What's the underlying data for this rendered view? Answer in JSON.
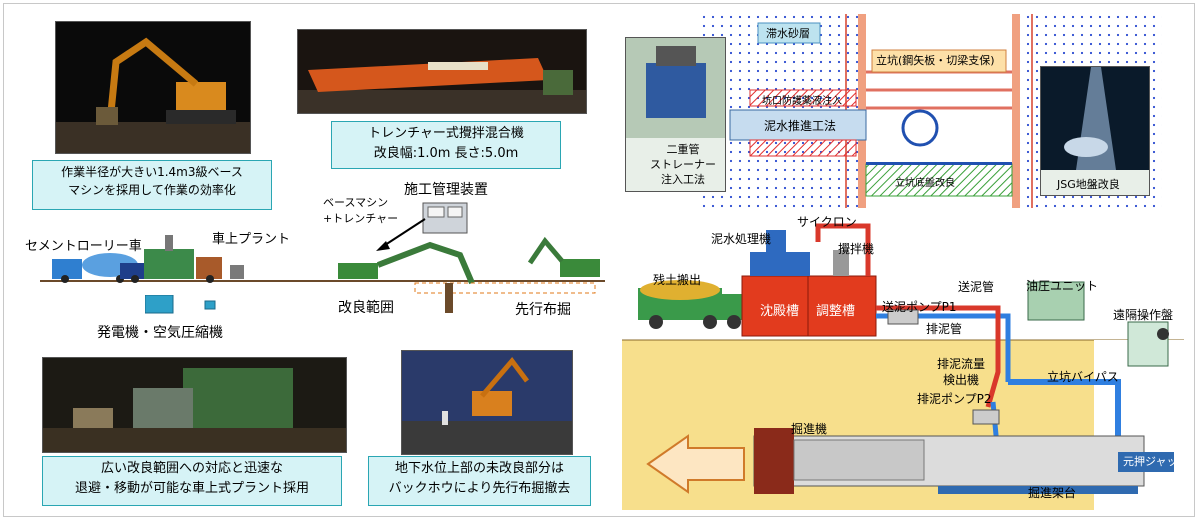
{
  "left": {
    "caption_top_left": "作業半径が大きい1.4m3級ベース\nマシンを採用して作業の効率化",
    "caption_trencher": "トレンチャー式攪拌混合機\n改良幅:1.0m 長さ:5.0m",
    "label_base_machine": "ベースマシン\n+トレンチャー",
    "label_control_device": "施工管理装置",
    "label_cement_truck": "セメントローリー車",
    "label_onboard_plant": "車上プラント",
    "label_improve_range": "改良範囲",
    "label_advance_dig": "先行布掘",
    "label_generator": "発電機・空気圧縮機",
    "caption_bottom_left": "広い改良範囲への対応と迅速な\n退避・移動が可能な車上式プラント採用",
    "caption_bottom_mid": "地下水位上部の未改良部分は\nバックホウにより先行布掘撤去"
  },
  "right_top": {
    "label_sand_layer": "滞水砂層",
    "label_shaft": "立坑(鋼矢板・切梁支保)",
    "label_grout_inject": "坑口防護薬液注入",
    "label_slurry_method": "泥水推進工法",
    "label_shaft_bottom": "立坑底盤改良",
    "label_double_pipe": "二重管\nストレーナー\n注入工法",
    "label_jsg": "JSG地盤改良"
  },
  "right_bottom": {
    "label_cyclone": "サイクロン",
    "label_slurry_plant": "泥水処理機",
    "label_mixer": "攪拌機",
    "label_soil_out": "残土搬出",
    "label_sediment_tank": "沈殿槽",
    "label_adjust_tank": "調整槽",
    "label_feed_pipe": "送泥管",
    "label_feed_pump": "送泥ポンプP1",
    "label_hydraulic_unit": "油圧ユニット",
    "label_remote_panel": "遠隔操作盤",
    "label_discharge_pipe": "排泥管",
    "label_flow_detector": "排泥流量\n検出機",
    "label_shaft_bypass": "立坑バイパス",
    "label_discharge_pump": "排泥ポンプP2",
    "label_tbm": "掘進機",
    "label_main_jack": "元押ジャッキ",
    "label_platform": "掘進架台"
  },
  "colors": {
    "caption_bg": "#d6f3f6",
    "caption_border": "#2aa6b3",
    "soil": "#f7df8c",
    "tank_red": "#e23b1e",
    "pipe_blue": "#2f7fe0",
    "pipe_red": "#d9382b"
  }
}
